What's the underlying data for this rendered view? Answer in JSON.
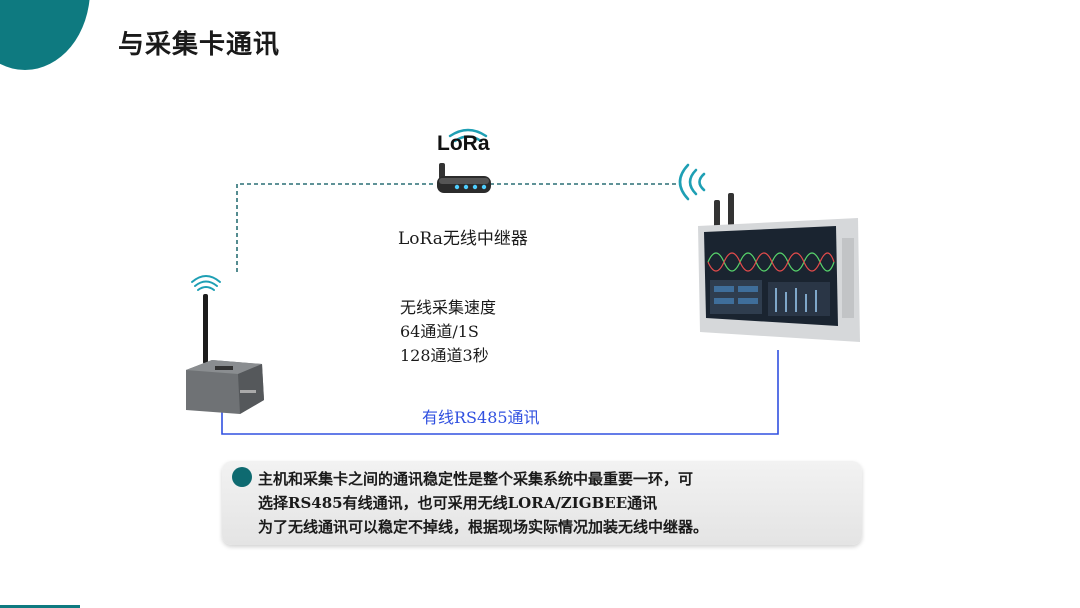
{
  "slide": {
    "title": "与采集卡通讯",
    "brand_color": "#0e7a80"
  },
  "diagram": {
    "repeater": {
      "logo_text": "LoRa",
      "label": "LoRa无线中继器"
    },
    "speed": {
      "title": "无线采集速度",
      "line1": "64通道/1S",
      "line2": "128通道3秒"
    },
    "wired_link": {
      "label": "有线RS485通讯",
      "color": "#3050e0"
    },
    "wireless_link": {
      "color": "#2a6f75"
    },
    "info": {
      "line1": "主机和采集卡之间的通讯稳定性是整个采集系统中最重要一环，可",
      "line2": "选择RS485有线通讯，也可采用无线LORA/ZIGBEE通讯",
      "line3": "为了无线通讯可以稳定不掉线，根据现场实际情况加装无线中继器。"
    }
  }
}
